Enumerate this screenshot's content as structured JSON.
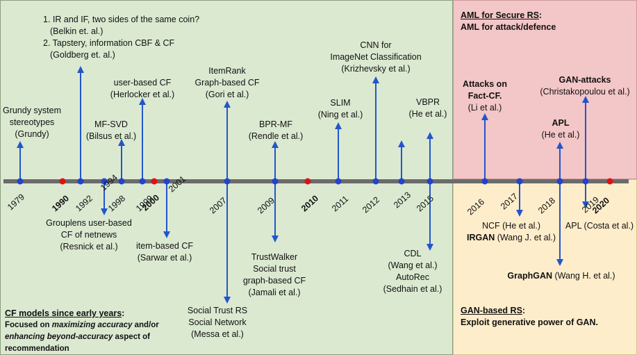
{
  "regions": {
    "cf": {
      "title": "CF models since early years",
      "colon": ":",
      "line1_pre": "Focused on ",
      "line1_em": "maximizing accuracy",
      "line1_post": " and/or",
      "line2_em": "enhancing beyond-accuracy",
      "line2_post": " aspect of",
      "line3": "recommendation",
      "color": "#dbe9d1"
    },
    "aml": {
      "title": "AML for Secure RS",
      "colon": ":",
      "subtitle": "AML for attack/defence",
      "color": "#f3c6c7"
    },
    "gan": {
      "title": "GAN-based RS",
      "colon": ":",
      "subtitle": "Exploit generative power of GAN.",
      "color": "#fdedcb"
    }
  },
  "colors": {
    "axis": "#6b6b6b",
    "node_blue": "#2244cc",
    "node_red": "#e01010",
    "arrow": "#2255cc"
  },
  "years": [
    {
      "label": "1979"
    },
    {
      "label": "1990"
    },
    {
      "label": "1992"
    },
    {
      "label": "1994"
    },
    {
      "label": "1998"
    },
    {
      "label": "1999"
    },
    {
      "label": "2000"
    },
    {
      "label": "2001"
    },
    {
      "label": "2007"
    },
    {
      "label": "2009"
    },
    {
      "label": "2010"
    },
    {
      "label": "2011"
    },
    {
      "label": "2012"
    },
    {
      "label": "2013"
    },
    {
      "label": "2015"
    },
    {
      "label": "2016"
    },
    {
      "label": "2017"
    },
    {
      "label": "2018"
    },
    {
      "label": "2019"
    },
    {
      "label": "2020"
    }
  ],
  "events": {
    "grundy": [
      "Grundy system",
      "stereotypes",
      "(Grundy)"
    ],
    "belkin": [
      "1. IR and IF, two sides of the same coin?",
      "(Belkin et. al.)",
      "2. Tapstery, information CBF & CF",
      "(Goldberg et. al.)"
    ],
    "grouplens": [
      "Grouplens user-based",
      "CF of netnews",
      "(Resnick et al.)"
    ],
    "mfsvd": [
      "MF-SVD",
      "(Bilsus et al.)"
    ],
    "userbased": [
      "user-based CF",
      "(Herlocker et al.)"
    ],
    "itembased": [
      "item-based CF",
      "(Sarwar et al.)"
    ],
    "itemrank": [
      "ItemRank",
      "Graph-based CF",
      "(Gori et al.)"
    ],
    "socialtrust": [
      "Social Trust RS",
      "Social Network",
      "(Messa et al.)"
    ],
    "bprmf": [
      "BPR-MF",
      "(Rendle et al.)"
    ],
    "trustwalker": [
      "TrustWalker",
      "Social trust",
      "graph-based CF",
      "(Jamali et al.)"
    ],
    "slim": [
      "SLIM",
      "(Ning et al.)"
    ],
    "cnn": [
      "CNN for",
      "ImageNet Classification",
      "(Krizhevsky et al.)"
    ],
    "vbpr": [
      "VBPR",
      "(He et al.)"
    ],
    "cdl": [
      "CDL",
      "(Wang et al.)",
      "AutoRec",
      "(Sedhain et al.)"
    ],
    "attacks": [
      "Attacks on",
      "Fact-CF.",
      "(Li et al.)"
    ],
    "ncf": [
      "NCF (He et al.)"
    ],
    "irgan_bold": "IRGAN",
    "irgan_rest": " (Wang J. et al.)",
    "ganattacks": [
      "GAN-attacks",
      "(Christakopoulou et al.)"
    ],
    "apl": [
      "APL",
      "(He et al.)"
    ],
    "graphgan_bold": "GraphGAN",
    "graphgan_rest": " (Wang H. et al.)",
    "aplcosta": [
      "APL (Costa et al.)"
    ]
  }
}
